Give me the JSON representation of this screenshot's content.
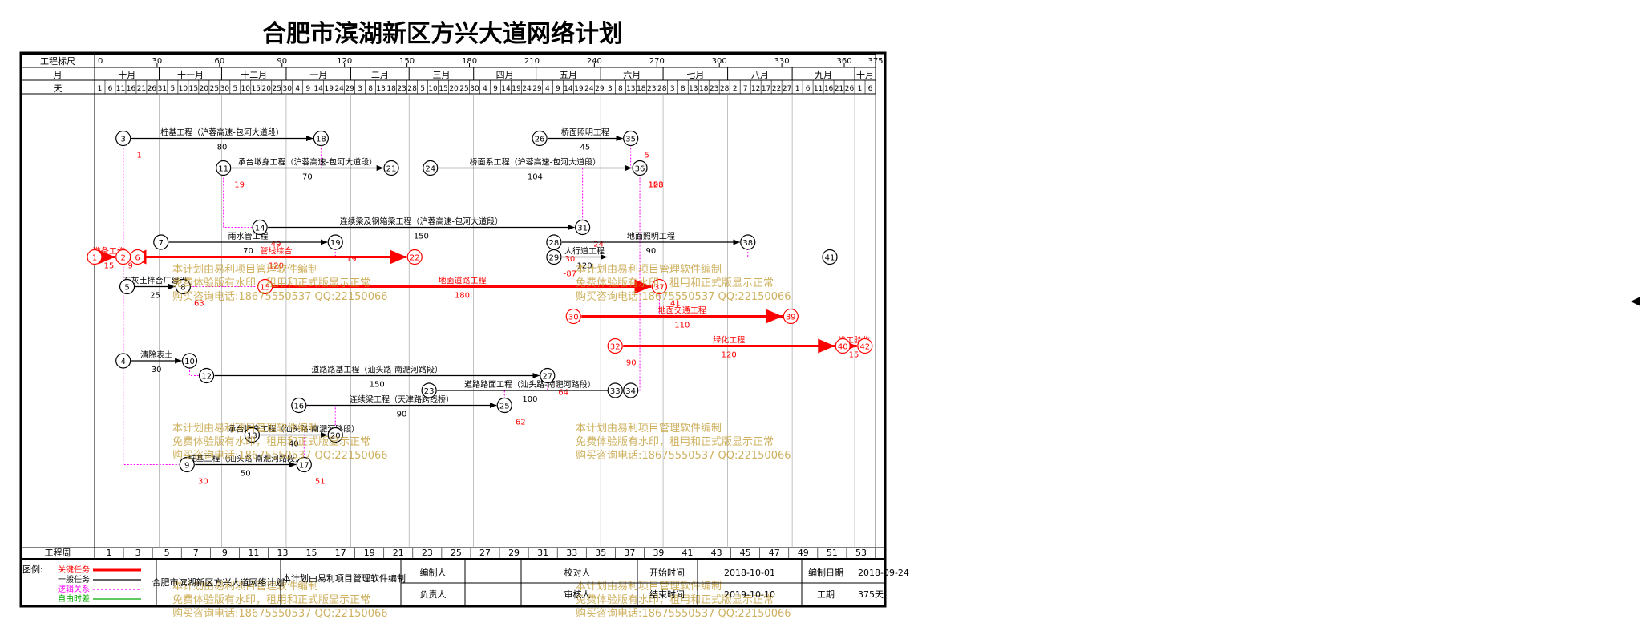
{
  "title": "合肥市滨湖新区方兴大道网络计划",
  "header": {
    "scale_label": "工程标尺",
    "scale_ticks": [
      "0",
      "30",
      "60",
      "90",
      "120",
      "150",
      "180",
      "210",
      "240",
      "270",
      "300",
      "330",
      "360",
      "375"
    ],
    "month_label": "月",
    "months": [
      "十月",
      "十一月",
      "十二月",
      "一月",
      "二月",
      "三月",
      "四月",
      "五月",
      "六月",
      "七月",
      "八月",
      "九月",
      "十月"
    ],
    "day_label": "天",
    "days": [
      "1",
      "6",
      "11",
      "16",
      "21",
      "26",
      "31",
      "5",
      "10",
      "15",
      "20",
      "25",
      "30",
      "5",
      "10",
      "15",
      "20",
      "25",
      "30",
      "4",
      "9",
      "14",
      "19",
      "24",
      "29",
      "3",
      "8",
      "13",
      "18",
      "23",
      "28",
      "5",
      "10",
      "15",
      "20",
      "25",
      "30",
      "4",
      "9",
      "14",
      "19",
      "24",
      "29",
      "4",
      "9",
      "14",
      "19",
      "24",
      "29",
      "3",
      "8",
      "13",
      "18",
      "23",
      "28",
      "3",
      "8",
      "13",
      "18",
      "23",
      "28",
      "2",
      "7",
      "12",
      "17",
      "22",
      "27",
      "1",
      "6",
      "11",
      "16",
      "21",
      "26",
      "1",
      "6"
    ],
    "week_label": "工程周",
    "weeks": [
      "1",
      "3",
      "5",
      "7",
      "9",
      "11",
      "13",
      "15",
      "17",
      "19",
      "21",
      "23",
      "25",
      "27",
      "29",
      "31",
      "33",
      "35",
      "37",
      "39",
      "41",
      "43",
      "45",
      "47",
      "49",
      "51",
      "53"
    ]
  },
  "nodes": [
    {
      "id": "1",
      "day": 0,
      "row": 11,
      "critical": true
    },
    {
      "id": "2",
      "day": 22,
      "row": 11,
      "critical": true
    },
    {
      "id": "3",
      "day": 22,
      "row": 3
    },
    {
      "id": "4",
      "day": 22,
      "row": 18
    },
    {
      "id": "5",
      "day": 25,
      "row": 13
    },
    {
      "id": "6",
      "day": 33,
      "row": 11,
      "critical": true
    },
    {
      "id": "7",
      "day": 51,
      "row": 10
    },
    {
      "id": "8",
      "day": 68,
      "row": 13
    },
    {
      "id": "9",
      "day": 71,
      "row": 25
    },
    {
      "id": "10",
      "day": 73,
      "row": 18
    },
    {
      "id": "11",
      "day": 99,
      "row": 5
    },
    {
      "id": "12",
      "day": 86,
      "row": 19
    },
    {
      "id": "13",
      "day": 121,
      "row": 23
    },
    {
      "id": "14",
      "day": 127,
      "row": 9
    },
    {
      "id": "15",
      "day": 131,
      "row": 13,
      "critical": true
    },
    {
      "id": "16",
      "day": 157,
      "row": 21
    },
    {
      "id": "17",
      "day": 161,
      "row": 25
    },
    {
      "id": "18",
      "day": 174,
      "row": 3
    },
    {
      "id": "19",
      "day": 185,
      "row": 10
    },
    {
      "id": "20",
      "day": 185,
      "row": 23
    },
    {
      "id": "21",
      "day": 228,
      "row": 5
    },
    {
      "id": "22",
      "day": 246,
      "row": 11,
      "critical": true
    },
    {
      "id": "23",
      "day": 257,
      "row": 20
    },
    {
      "id": "24",
      "day": 258,
      "row": 5
    },
    {
      "id": "25",
      "day": 315,
      "row": 21
    },
    {
      "id": "26",
      "day": 342,
      "row": 3
    },
    {
      "id": "27",
      "day": 348,
      "row": 19
    },
    {
      "id": "28",
      "day": 353,
      "row": 10
    },
    {
      "id": "29",
      "day": 353,
      "row": 11
    },
    {
      "id": "30",
      "day": 368,
      "row": 15,
      "critical": true
    },
    {
      "id": "31",
      "day": 375,
      "row": 9
    },
    {
      "id": "32",
      "day": 400,
      "row": 17,
      "critical": true
    },
    {
      "id": "33",
      "day": 400,
      "row": 20
    },
    {
      "id": "34",
      "day": 412,
      "row": 20
    },
    {
      "id": "35",
      "day": 412,
      "row": 3
    },
    {
      "id": "36",
      "day": 419,
      "row": 5
    },
    {
      "id": "37",
      "day": 434,
      "row": 13,
      "critical": true
    },
    {
      "id": "38",
      "day": 502,
      "row": 10
    },
    {
      "id": "39",
      "day": 535,
      "row": 15,
      "critical": true
    },
    {
      "id": "40",
      "day": 575,
      "row": 17,
      "critical": true
    },
    {
      "id": "41",
      "day": 565,
      "row": 11
    },
    {
      "id": "42",
      "day": 592,
      "row": 17,
      "critical": true
    }
  ],
  "activities": [
    {
      "from": "1",
      "to": "2",
      "type": "critical",
      "label": "准备工作",
      "duration": "15"
    },
    {
      "from": "2",
      "to": "6",
      "type": "critical",
      "label": "",
      "duration": "9"
    },
    {
      "from": "6",
      "to": "22",
      "type": "critical",
      "label": "管线综合",
      "duration": "120"
    },
    {
      "from": "3",
      "to": "18",
      "type": "normal",
      "label": "桩基工程（沪蓉高速-包河大道段）",
      "duration": "80"
    },
    {
      "from": "11",
      "to": "21",
      "type": "normal",
      "label": "承台墩身工程（沪蓉高速-包河大道段）",
      "duration": "70"
    },
    {
      "from": "14",
      "to": "31",
      "type": "normal",
      "label": "连续梁及钢箱梁工程（沪蓉高速-包河大道段）",
      "duration": "150"
    },
    {
      "from": "7",
      "to": "19",
      "type": "normal",
      "label": "雨水管工程",
      "duration": "70"
    },
    {
      "from": "5",
      "to": "8",
      "type": "normal",
      "label": "石灰土拌合厂建设",
      "duration": "25"
    },
    {
      "from": "15",
      "to": "37",
      "type": "critical",
      "label": "地面道路工程",
      "duration": "180"
    },
    {
      "from": "4",
      "to": "10",
      "type": "normal",
      "label": "清除表土",
      "duration": "30"
    },
    {
      "from": "12",
      "to": "27",
      "type": "normal",
      "label": "道路路基工程（汕头路-南淝河路段）",
      "duration": "150"
    },
    {
      "from": "23",
      "to": "34",
      "type": "normal",
      "label": "道路路面工程（汕头路-南淝河路段）",
      "duration": "100"
    },
    {
      "from": "16",
      "to": "25",
      "type": "normal",
      "label": "连续梁工程（天津路跨线桥）",
      "duration": "90"
    },
    {
      "from": "13",
      "to": "20",
      "type": "normal",
      "label": "承台墩身工程（汕头路-南淝河路段）",
      "duration": "40"
    },
    {
      "from": "9",
      "to": "17",
      "type": "normal",
      "label": "桩基工程（汕头路-南淝河路段）",
      "duration": "50"
    },
    {
      "from": "26",
      "to": "35",
      "type": "normal",
      "label": "桥面照明工程",
      "duration": "45"
    },
    {
      "from": "24",
      "to": "36",
      "type": "normal",
      "label": "桥面系工程（沪蓉高速-包河大道段）",
      "duration": "104"
    },
    {
      "from": "28",
      "to": "38",
      "type": "normal",
      "label": "地面照明工程",
      "duration": "90"
    },
    {
      "from": "29",
      "to": "33",
      "type": "normal",
      "label": "人行道工程",
      "duration": "120"
    },
    {
      "from": "30",
      "to": "39",
      "type": "critical",
      "label": "地面交通工程",
      "duration": "110"
    },
    {
      "from": "32",
      "to": "40",
      "type": "critical",
      "label": "绿化工程",
      "duration": "120"
    },
    {
      "from": "40",
      "to": "42",
      "type": "critical",
      "label": "竣工验收",
      "duration": "15"
    }
  ],
  "floats": [
    {
      "at": "29",
      "text": "-87"
    },
    {
      "at": "31",
      "text": "24"
    },
    {
      "at": "28",
      "text": "30"
    },
    {
      "at": "36",
      "text": "108"
    },
    {
      "at": "36b",
      "text": "123"
    },
    {
      "at": "37",
      "text": "41"
    },
    {
      "at": "32",
      "text": "90"
    },
    {
      "at": "27",
      "text": "64"
    },
    {
      "at": "25",
      "text": "62"
    },
    {
      "at": "10",
      "text": "15"
    },
    {
      "at": "9",
      "text": "30"
    },
    {
      "at": "14",
      "text": "49"
    },
    {
      "at": "11",
      "text": "19"
    },
    {
      "at": "8",
      "text": "63"
    },
    {
      "at": "3",
      "text": "1"
    },
    {
      "at": "35",
      "text": "5"
    },
    {
      "at": "36c",
      "text": "5"
    },
    {
      "at": "17",
      "text": "51"
    },
    {
      "at": "19",
      "text": "19"
    }
  ],
  "watermark": {
    "line1": "本计划由易利项目管理软件编制",
    "line2": "免费体验版有水印，租用和正式版显示正常",
    "line3": "购买咨询电话:18675550537 QQ:22150066"
  },
  "legend": {
    "label": "图例:",
    "items": [
      "关键任务",
      "一般任务",
      "逻辑关系",
      "自由时差"
    ],
    "colors": [
      "#ff0000",
      "#000000",
      "#ff00ff",
      "#00aa00"
    ]
  },
  "footer": {
    "project_name": "合肥市滨湖新区方兴大道网络计划",
    "software_note": "本计划由易利项目管理软件编制",
    "prepared_by_label": "编制人",
    "prepared_by": "",
    "responsible_label": "负责人",
    "responsible": "",
    "checker_label": "校对人",
    "checker": "",
    "reviewer_label": "审核人",
    "reviewer": "",
    "start_label": "开始时间",
    "start": "2018-10-01",
    "compile_label": "编制日期",
    "compile": "2018-09-24",
    "end_label": "结束时间",
    "end": "2019-10-10",
    "duration_label": "工期",
    "duration": "375天"
  }
}
